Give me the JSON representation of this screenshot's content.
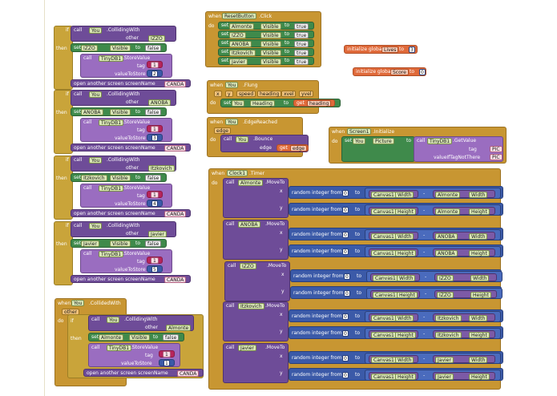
{
  "kw": {
    "if": "if",
    "then": "then",
    "do": "do",
    "call": "call",
    "set": "set",
    "to": "to",
    "other": "other",
    "tag": "tag",
    "valueToStore": "valueToStore",
    "valueIfTagNotThere": "valueIfTagNotThere",
    "screenName": "open another screen  screenName",
    "colliding": ".CollidingWith",
    "storeValue": ".StoreValue",
    "getValue": ".GetValue",
    "visible": "Visible",
    "isFalse": "false",
    "isTrue": "true",
    "moveTo": ".MoveTo",
    "x": "x",
    "y": "y",
    "randInt": "random integer from",
    "randTo": "to",
    "width": "Width",
    "height": "Height",
    "minus": "-",
    "when": "when",
    "get": "get",
    "initGlobal": "initialize global"
  },
  "ifBlocks": [
    {
      "sprite": "You",
      "other": "IZZO",
      "setTarget": "IZZO",
      "db": "TinyDB1",
      "tag": "1",
      "value": "2",
      "screen": "CANDA"
    },
    {
      "sprite": "You",
      "other": "ANOBA",
      "setTarget": "ANOBA",
      "db": "TinyDB1",
      "tag": "1",
      "value": "3",
      "screen": "CANDA"
    },
    {
      "sprite": "You",
      "other": "Itzkovich",
      "setTarget": "Itzkovich",
      "db": "TinyDB1",
      "tag": "1",
      "value": "4",
      "screen": "CANDA"
    },
    {
      "sprite": "You",
      "other": "Javier",
      "setTarget": "Javier",
      "db": "TinyDB1",
      "tag": "1",
      "value": "5",
      "screen": "CANDA"
    }
  ],
  "collided": {
    "header": "when",
    "sprite": "You",
    "event": ".CollidedWith",
    "param": "other",
    "callSprite": "You",
    "other": "Almonte",
    "setTarget": "Almonte",
    "db": "TinyDB1",
    "tag": "1",
    "value": "1",
    "screen": "CANDA"
  },
  "reset": {
    "event": "ResetButton",
    "method": ".Click",
    "rows": [
      {
        "target": "Almonte",
        "value": "true"
      },
      {
        "target": "IZZO",
        "value": "true"
      },
      {
        "target": "ANOBA",
        "value": "true"
      },
      {
        "target": "Itzkovich",
        "value": "true"
      },
      {
        "target": "Javier",
        "value": "true"
      }
    ]
  },
  "globals": [
    {
      "label": "initialize global",
      "name": "Lives",
      "value": "3"
    },
    {
      "label": "initialize global",
      "name": "Score",
      "value": "0"
    }
  ],
  "fling": {
    "sprite": "You",
    "event": ".Flung",
    "params": [
      "x",
      "y",
      "speed",
      "heading",
      "xvel",
      "yvel"
    ],
    "setSprite": "You",
    "prop": "Heading",
    "getName": "heading"
  },
  "edge": {
    "sprite": "You",
    "event": ".EdgeReached",
    "param": "edge",
    "callSprite": "You",
    "method": ".Bounce",
    "argLabel": "edge",
    "getName": "edge"
  },
  "init": {
    "screen": "Screen1",
    "event": ".Initialize",
    "setSprite": "You",
    "prop": "Picture",
    "db": "TinyDB1",
    "tag": "PIC",
    "fallback": "PIC"
  },
  "timer": {
    "clock": "Clock1",
    "event": ".Timer",
    "canvas": "Canvas1",
    "from": "0",
    "moves": [
      {
        "sprite": "Almonte"
      },
      {
        "sprite": "ANOBA"
      },
      {
        "sprite": "IZZO"
      },
      {
        "sprite": "Itzkovich"
      },
      {
        "sprite": "Javier"
      }
    ]
  }
}
